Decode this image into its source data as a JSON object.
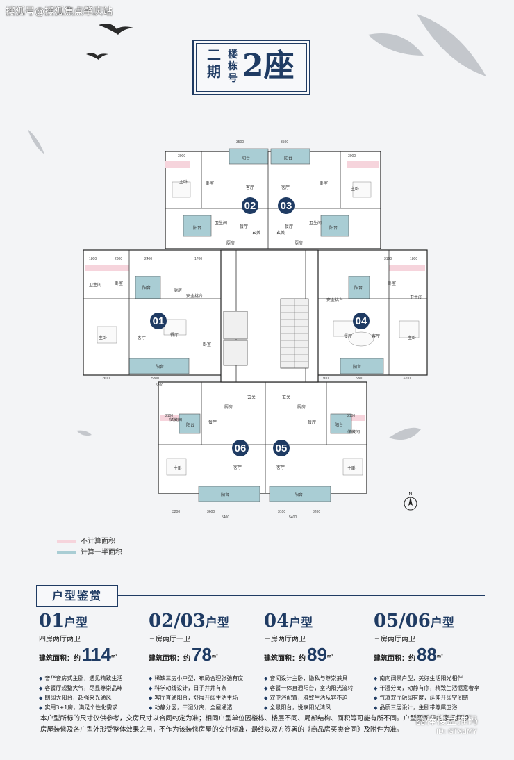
{
  "watermark_top": "搜狐号@搜狐焦点肇庆站",
  "header": {
    "phase": "二期",
    "sub": "楼栋号",
    "building": "2座"
  },
  "floorplan": {
    "units": [
      "01",
      "02",
      "03",
      "04",
      "05",
      "06"
    ],
    "room_labels": [
      "阳台",
      "卧室",
      "主卧",
      "客厅",
      "餐厅",
      "厨房",
      "卫生间",
      "安全挑台",
      "玄关",
      "储藏间"
    ],
    "dimensions": [
      "3500",
      "3000",
      "2800",
      "1800",
      "2400",
      "1700",
      "5800",
      "5200",
      "2600",
      "1900",
      "3100",
      "2100",
      "3200",
      "5400"
    ]
  },
  "compass": {
    "label": "N"
  },
  "legend": [
    {
      "label": "不计算面积",
      "color": "#f6d4dc"
    },
    {
      "label": "计算一半面积",
      "color": "#a9cdd4"
    }
  ],
  "section_title": "户型鉴赏",
  "unit_types": [
    {
      "name": "01",
      "suffix": "户型",
      "desc": "四房两厅两卫",
      "area_label": "建筑面积：约",
      "area": "114",
      "features": [
        "奢华套房式主卧，遇见精致生活",
        "客餐厅规整大气，尽显尊崇品味",
        "朗阔大阳台，超强采光通风",
        "实用3+1房，满足个性化需求"
      ]
    },
    {
      "name": "02/03",
      "suffix": "户型",
      "desc": "三房两厅一卫",
      "area_label": "建筑面积：约",
      "area": "78",
      "features": [
        "稀缺三房小户型，布局合理张弛有度",
        "科学动线设计，日子井井有条",
        "客厅直通阳台，舒展开阔生活主场",
        "动静分区，干湿分离，全屋通透"
      ]
    },
    {
      "name": "04",
      "suffix": "户型",
      "desc": "三房两厅两卫",
      "area_label": "建筑面积：约",
      "area": "89",
      "features": [
        "套间设计主卧，隐私与尊崇兼具",
        "客餐一体直通阳台，室内阳光流转",
        "双卫浴配置，雅致生活从容不迫",
        "全景阳台，悦享阳光清风"
      ]
    },
    {
      "name": "05/06",
      "suffix": "户型",
      "desc": "三房两厅两卫",
      "area_label": "建筑面积：约",
      "area": "88",
      "features": [
        "南向阔景户型，美好生活阳光相伴",
        "干湿分离，动静有序，精致生活惬意奢享",
        "气派双厅融阔有度，延伸开阔空间感",
        "品质三居设计，主卧带尊属卫浴"
      ]
    }
  ],
  "area_unit": "m²",
  "disclaimer": "本户型所标的尺寸仅供参考，交房尺寸以合同约定为准；相同户型单位因楼栋、楼层不同、局部结构、面积等可能有所不同。户型图所示的家具摆设、房屋装修及各户型外形受整体效果之用，不作为该装修房屋的交付标准，最终以双方签署的《商品房买卖合同》及附件为准。",
  "watermark_bottom": "器棒楼盘推码",
  "watermark_bottom_sub": "ID: GTXdMY",
  "colors": {
    "accent": "#1f3b63",
    "pink": "#f6d4dc",
    "teal": "#a9cdd4"
  }
}
